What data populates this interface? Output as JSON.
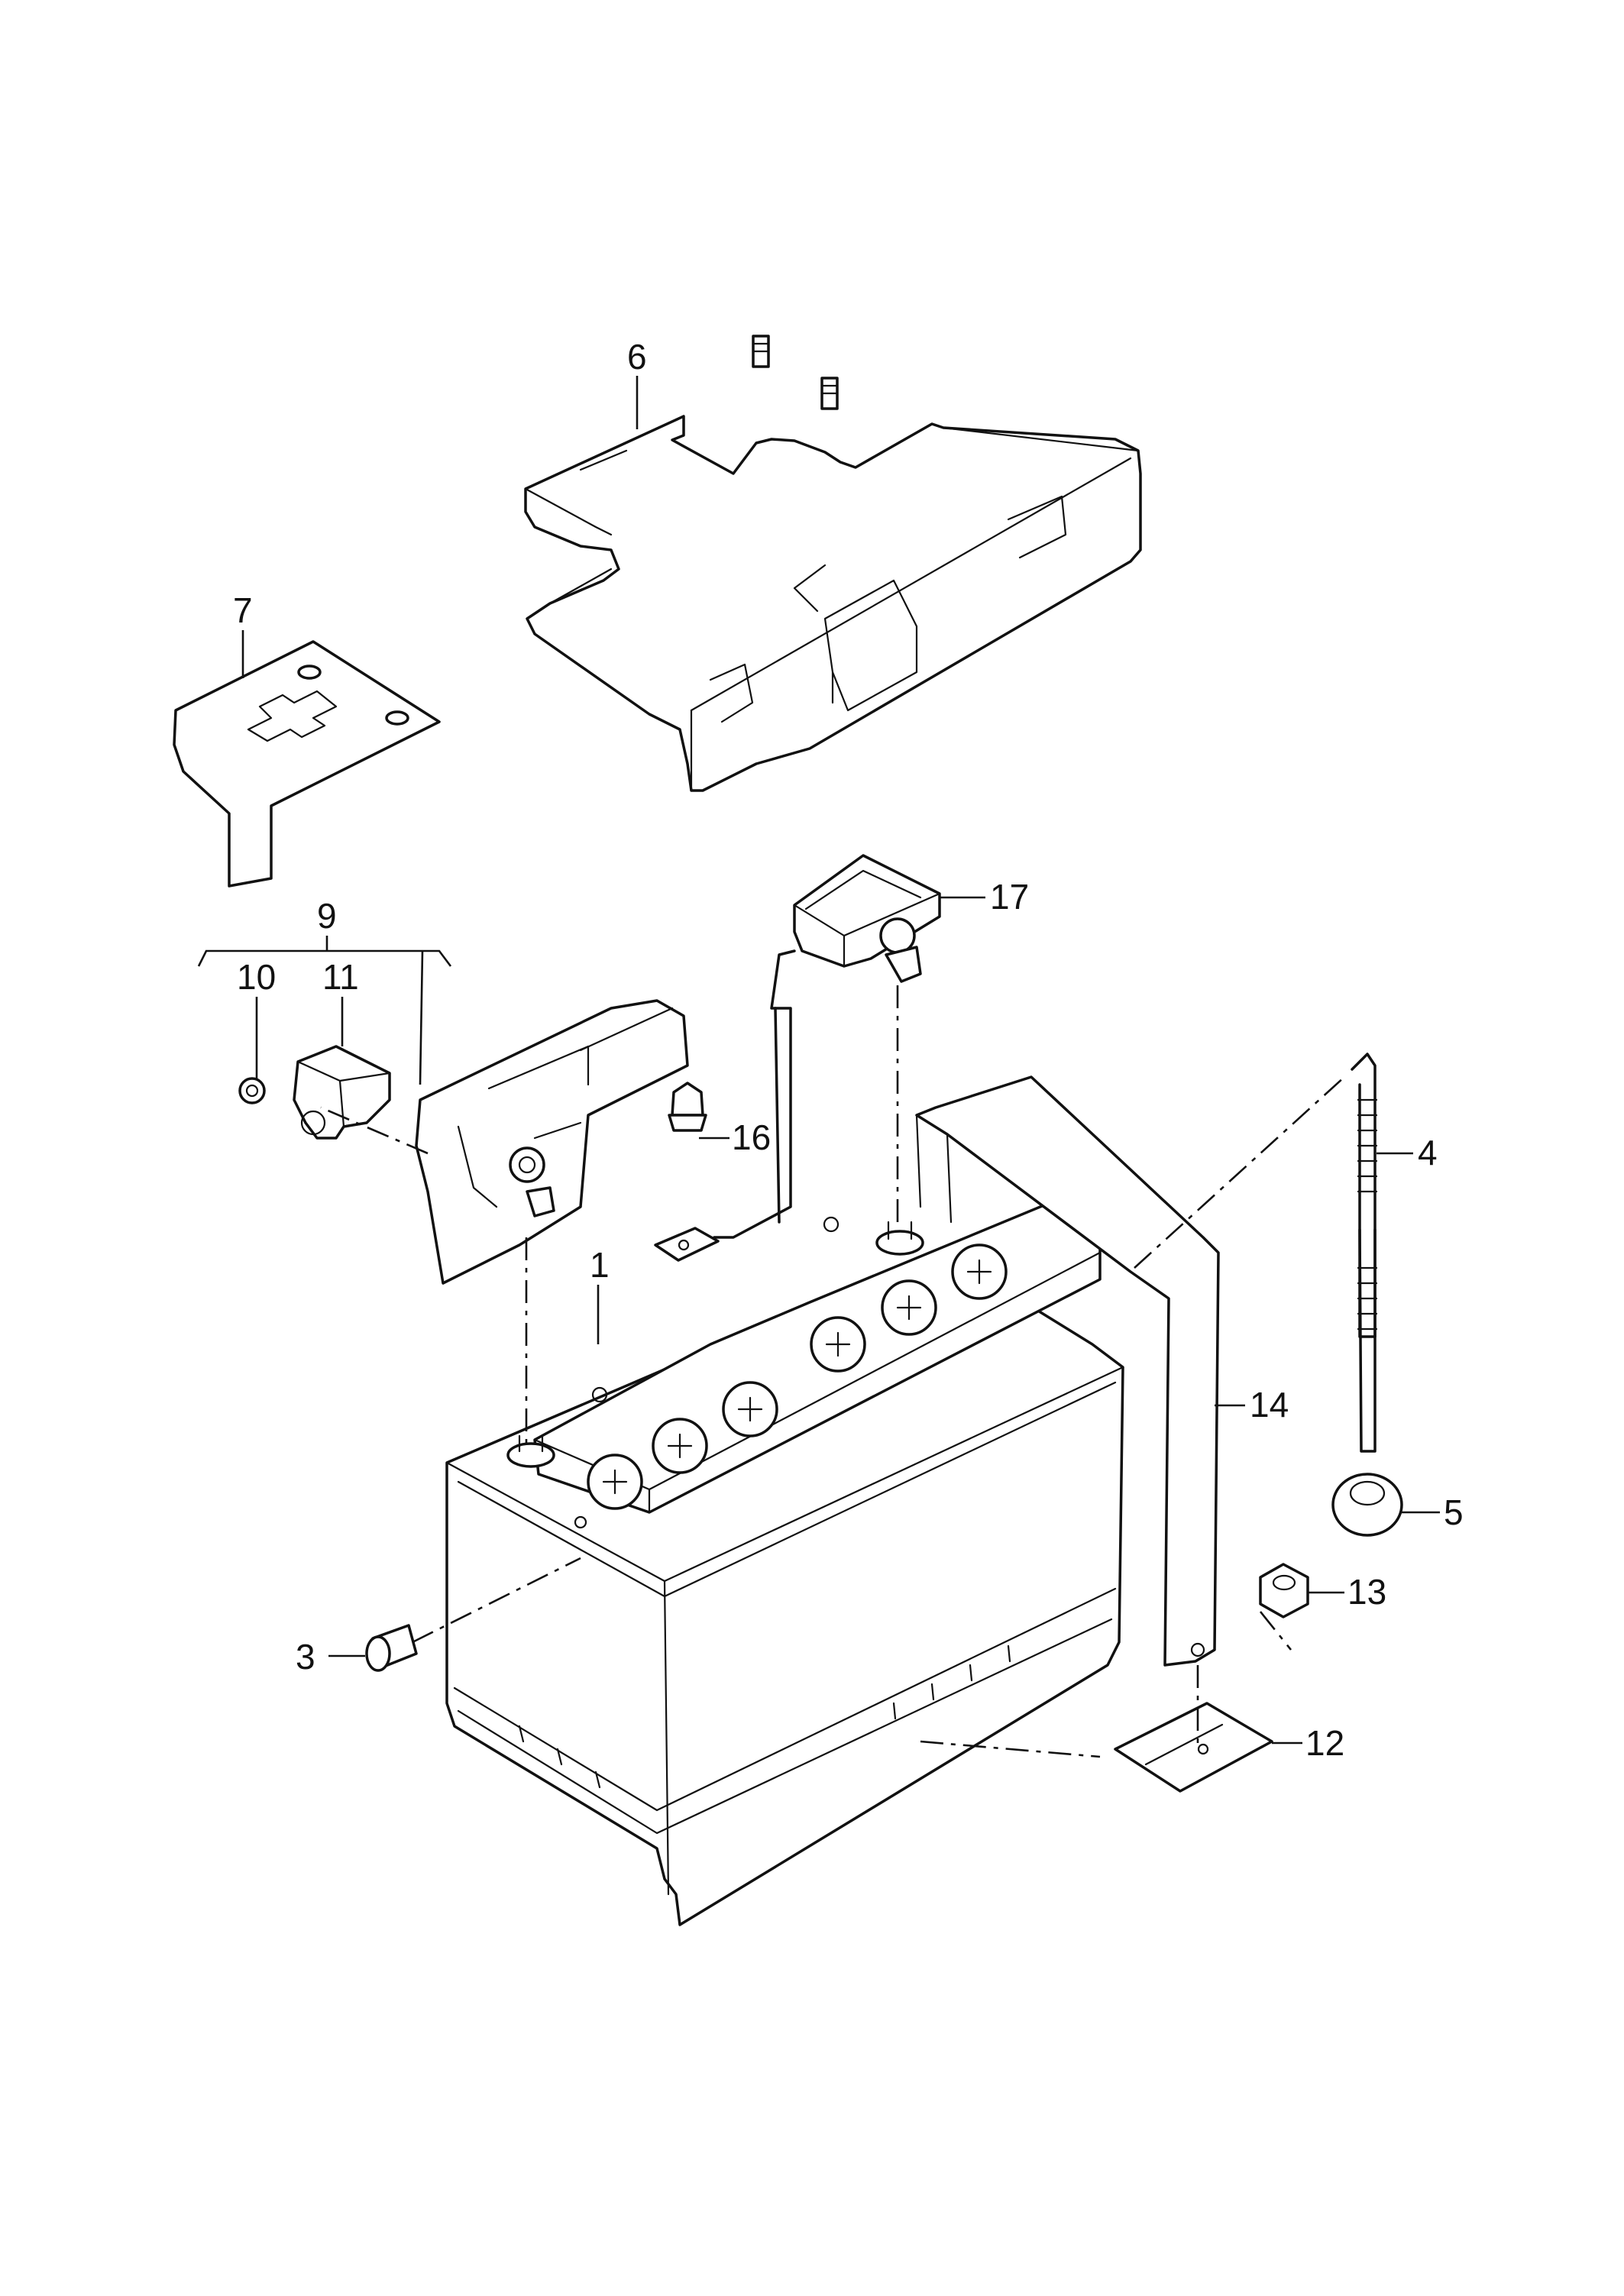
{
  "diagram": {
    "callouts": [
      {
        "id": "c1",
        "label": "1"
      },
      {
        "id": "c3",
        "label": "3"
      },
      {
        "id": "c4",
        "label": "4"
      },
      {
        "id": "c5",
        "label": "5"
      },
      {
        "id": "c6",
        "label": "6"
      },
      {
        "id": "c7",
        "label": "7"
      },
      {
        "id": "c9",
        "label": "9"
      },
      {
        "id": "c10",
        "label": "10"
      },
      {
        "id": "c11",
        "label": "11"
      },
      {
        "id": "c12",
        "label": "12"
      },
      {
        "id": "c13",
        "label": "13"
      },
      {
        "id": "c14",
        "label": "14"
      },
      {
        "id": "c16",
        "label": "16"
      },
      {
        "id": "c17",
        "label": "17"
      }
    ]
  }
}
